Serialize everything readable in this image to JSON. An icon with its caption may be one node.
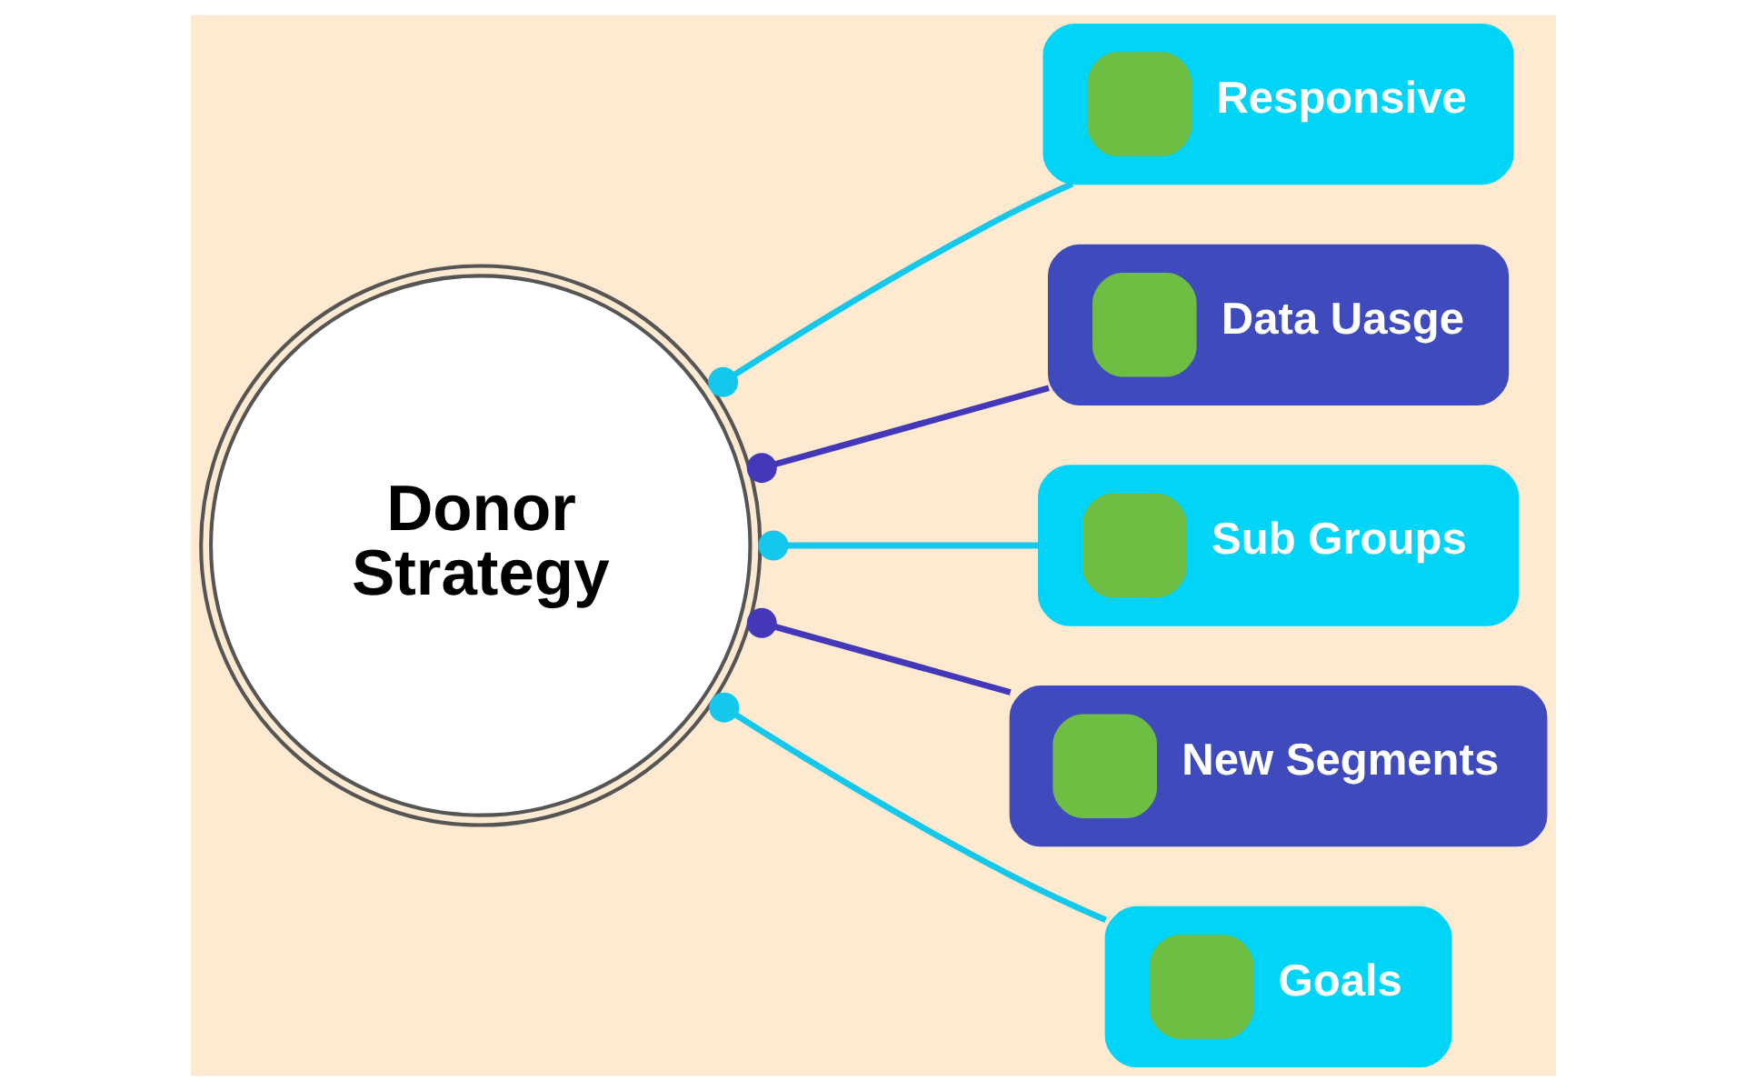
{
  "diagram": {
    "nodes": [
      {
        "text": [
          "Donor Strategy"
        ]
      },
      {
        "text": [
          "Responsive"
        ]
      },
      {
        "text": [
          "Data Uasge"
        ]
      },
      {
        "text": [
          "Sub Groups"
        ]
      },
      {
        "text": [
          "New Segments"
        ]
      },
      {
        "text": [
          "Goals"
        ]
      }
    ],
    "edges": [
      {
        "from": 0,
        "to": 1,
        "arrow": "other"
      },
      {
        "from": 0,
        "to": 2,
        "arrow": "other",
        "color": "#4338b8"
      },
      {
        "from": 0,
        "to": 3,
        "arrow": "other"
      },
      {
        "from": 0,
        "to": 4,
        "arrow": "other",
        "color": "#4338b8"
      },
      {
        "from": 0,
        "to": 5,
        "arrow": "other"
      }
    ]
  }
}
